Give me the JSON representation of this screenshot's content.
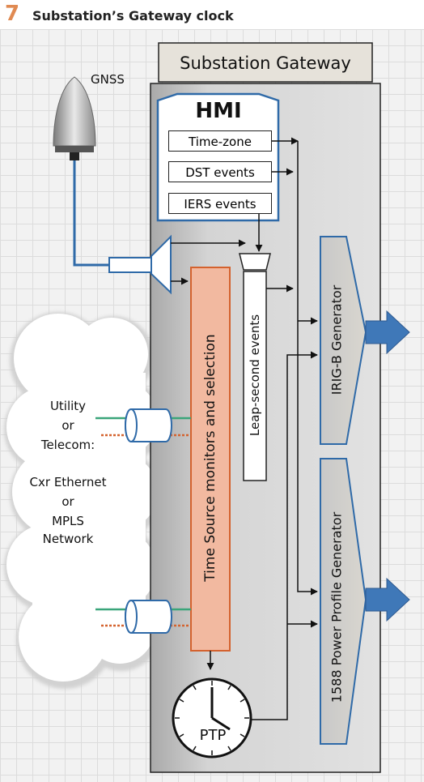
{
  "figure": {
    "number": "7",
    "title": "Substation’s Gateway clock"
  },
  "gateway": {
    "title": "Substation Gateway"
  },
  "hmi": {
    "title": "HMI",
    "items": [
      "Time-zone",
      "DST events",
      "IERS events"
    ]
  },
  "gnss": {
    "label": "GNSS"
  },
  "cloud": {
    "lines": [
      "Utility",
      "or",
      "Telecom:",
      "Cxr Ethernet",
      "or",
      "MPLS",
      "Network"
    ]
  },
  "blocks": {
    "time_source": "Time Source monitors and selection",
    "leap_second": "Leap-second events",
    "irig": "IRIG-B Generator",
    "power_profile": "1588 Power Profile Generator",
    "ptp": "PTP"
  },
  "colors": {
    "accent": "#e08a52",
    "time_source_fill": "#f2b9a0",
    "time_source_border": "#d4622e",
    "arrow_blue": "#3f78b8",
    "green_line": "#3aa57a",
    "orange_dotted": "#d4622e"
  }
}
